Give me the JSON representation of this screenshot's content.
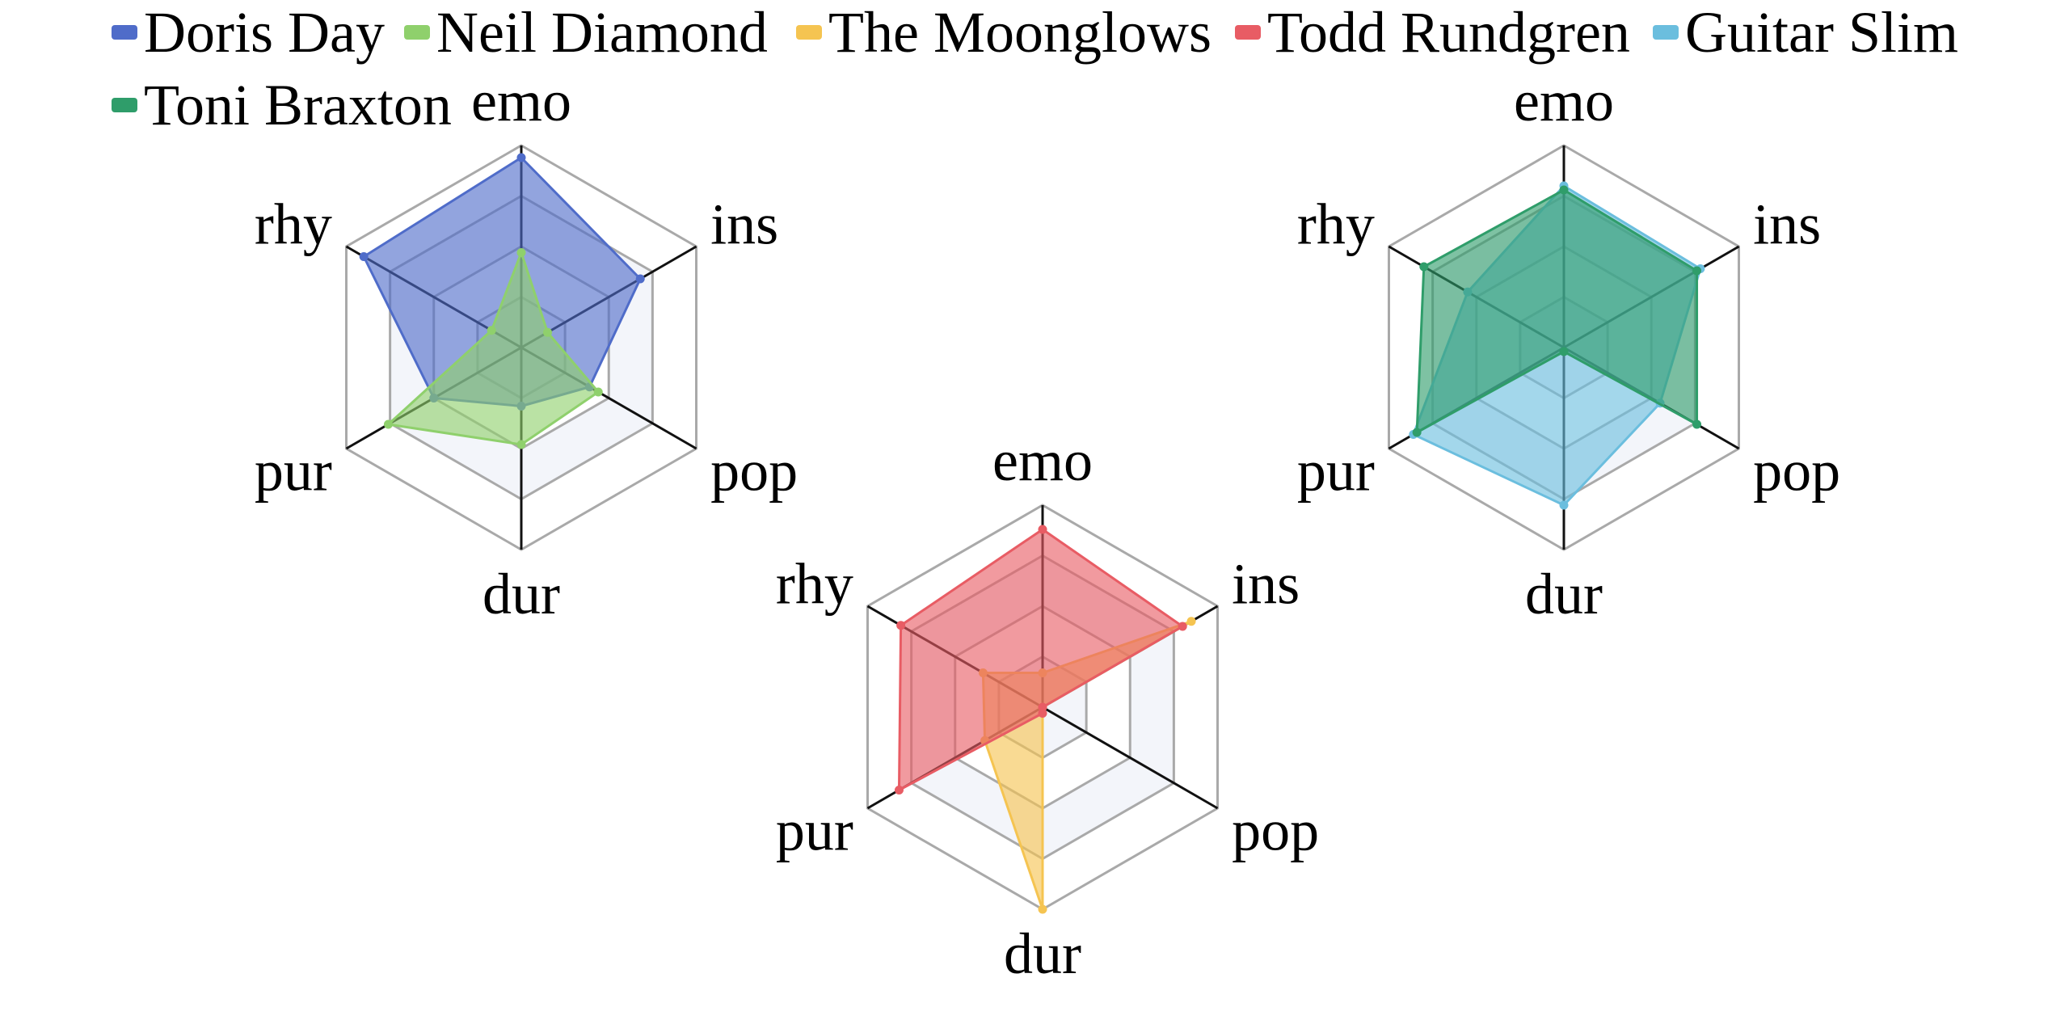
{
  "chart_data": {
    "type": "radar",
    "axes": [
      "emo",
      "ins",
      "pop",
      "dur",
      "pur",
      "rhy"
    ],
    "ylim": [
      0,
      1
    ],
    "grid_levels": 4,
    "grid": true,
    "legend": {
      "placement": "top",
      "entries": [
        {
          "name": "Doris Day",
          "color": "#4f6cc9"
        },
        {
          "name": "Neil Diamond",
          "color": "#8fd06c"
        },
        {
          "name": "The Moonglows",
          "color": "#f5c451"
        },
        {
          "name": "Todd Rundgren",
          "color": "#e85c64"
        },
        {
          "name": "Guitar Slim",
          "color": "#6bbede"
        },
        {
          "name": "Toni Braxton",
          "color": "#2f9d6a"
        }
      ]
    },
    "panels": [
      {
        "series": [
          {
            "name": "Doris Day",
            "color": "#4f6cc9",
            "values": [
              0.94,
              0.68,
              0.39,
              0.29,
              0.5,
              0.9
            ]
          },
          {
            "name": "Neil Diamond",
            "color": "#8fd06c",
            "values": [
              0.47,
              0.15,
              0.44,
              0.48,
              0.76,
              0.17
            ]
          }
        ]
      },
      {
        "series": [
          {
            "name": "The Moonglows",
            "color": "#f5c451",
            "values": [
              0.17,
              0.85,
              0.0,
              1.0,
              0.33,
              0.34
            ]
          },
          {
            "name": "Todd Rundgren",
            "color": "#e85c64",
            "values": [
              0.88,
              0.8,
              0.0,
              0.03,
              0.82,
              0.81
            ]
          }
        ]
      },
      {
        "series": [
          {
            "name": "Guitar Slim",
            "color": "#6bbede",
            "values": [
              0.8,
              0.78,
              0.55,
              0.78,
              0.86,
              0.55
            ]
          },
          {
            "name": "Toni Braxton",
            "color": "#2f9d6a",
            "values": [
              0.78,
              0.76,
              0.76,
              0.02,
              0.84,
              0.8
            ]
          }
        ]
      }
    ]
  }
}
